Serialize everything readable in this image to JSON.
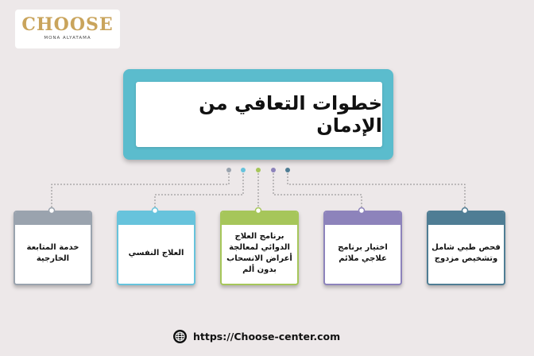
{
  "logo": {
    "word": "CHOOSE",
    "tagline": "MONA ALYATAMA"
  },
  "title": "خطوات التعافي من الإدمان",
  "steps": [
    {
      "label": "فحص طبي شامل وتشخيص مزدوج",
      "color": "#4f7d94"
    },
    {
      "label": "اختيار برنامج علاجي ملائم",
      "color": "#8d83bb"
    },
    {
      "label": "برنامج العلاج الدوائي لمعالجة أعراض الانسحاب بدون ألم",
      "color": "#a6c65a"
    },
    {
      "label": "العلاج النفسي",
      "color": "#67c3dc"
    },
    {
      "label": "خدمة المتابعة الخارجية",
      "color": "#9aa3ae"
    }
  ],
  "footer": {
    "url": "https://Choose-center.com",
    "icon": "globe-icon"
  }
}
